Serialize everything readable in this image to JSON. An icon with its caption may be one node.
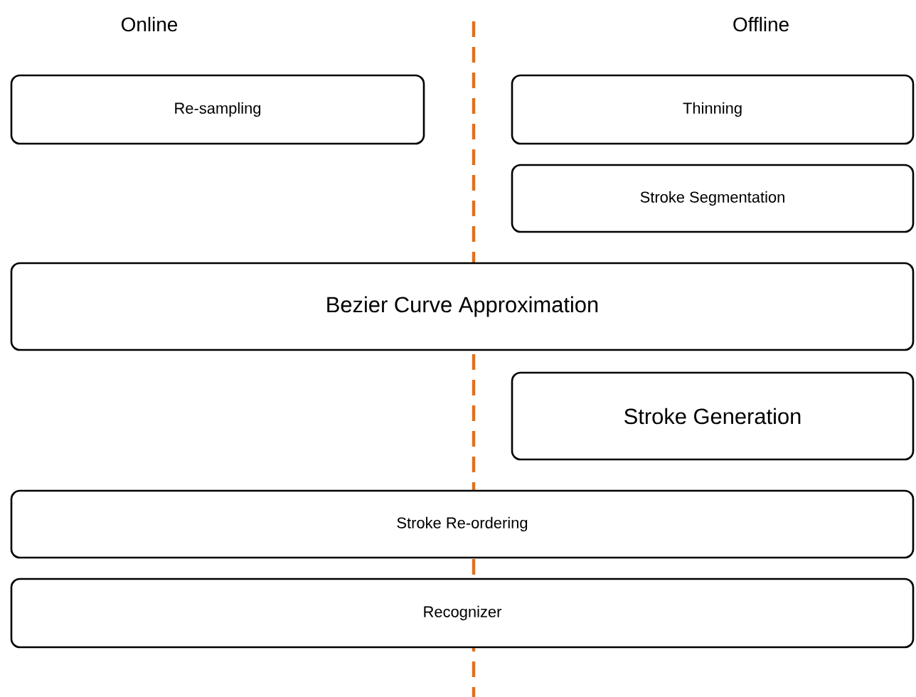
{
  "diagram": {
    "nodes": [
      {
        "text": [
          "Re-sampling"
        ]
      },
      {
        "text": [
          "Thinning"
        ]
      },
      {
        "text": [
          "Stroke Segmentation"
        ]
      },
      {
        "text": [
          "Bezier Curve Approximation"
        ]
      },
      {
        "text": [
          "Stroke Generation"
        ]
      },
      {
        "text": [
          "Stroke Re-ordering"
        ]
      },
      {
        "text": [
          "Recognizer"
        ]
      }
    ],
    "edges": [],
    "labels": [
      "Online",
      "Offline"
    ]
  }
}
